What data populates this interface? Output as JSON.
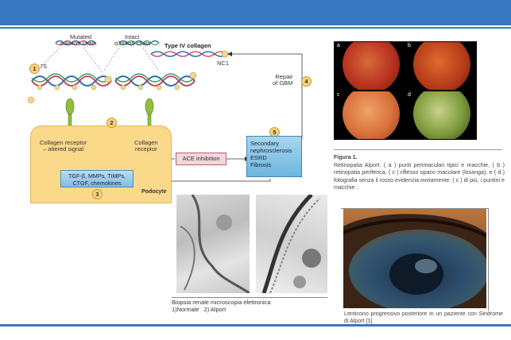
{
  "slide": {
    "header_color": "#3a78c2"
  },
  "diagram": {
    "mutated_label": "Mutated",
    "mutated_chain": "α3α4α5 chain",
    "intact_label": "Intact",
    "intact_chain": "α3α4α5 chain",
    "type_iv": "Type IV collagen",
    "nc1": "NC1",
    "seven_s": "7S",
    "repair": "Repair\nof GBM",
    "receptor_altered": "Collagen receptor\n– altered signal",
    "receptor": "Collagen\nreceptor",
    "ace": "ACE inhibition",
    "secondary": "Secondary\nnephrosclerosis\nESRD\nFibrosis",
    "tgf": "TGF-β, MMPs, TIMPs,\nCTGF, chemokines",
    "podocyte": "Podocyte",
    "numbers": [
      "1",
      "2",
      "3",
      "4",
      "5"
    ]
  },
  "retina": {
    "tags": [
      "a",
      "b",
      "c",
      "d"
    ],
    "caption_title": "Figura 1.",
    "caption_text": "Retinopatia Alport. ( a ) punti perimaculari tipici e macchie, ( b ) retinopatia periferica, ( c ) riflesso opaco maculare (losanga), e ( d ) fotografia senza il rosso evidenzia ovviamente. ( c ) di più, i puntini e macchie ."
  },
  "microscopy": {
    "caption_line1": "Biopsia renale microscopia elettronica",
    "caption_line2": "1)Normale   2) Alport"
  },
  "eye": {
    "caption": "Lenticono progressivo posteriore in un paziente con Sindrome di Alport [1]"
  }
}
